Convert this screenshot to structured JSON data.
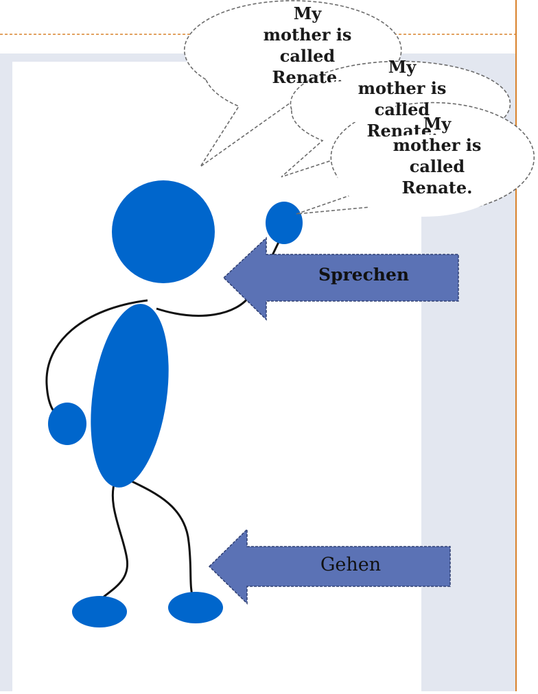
{
  "colors": {
    "page_bg": "#ffffff",
    "panel_bg": "#e3e7f0",
    "content_bg": "#ffffff",
    "frame_line": "#d9822b",
    "figure_blue": "#0066cc",
    "arrow_fill": "#5b72b5",
    "bubble_stroke": "#6a6a6a"
  },
  "bubbles": [
    {
      "lines": [
        "My",
        "mother is",
        "called",
        "Renate."
      ]
    },
    {
      "lines": [
        "My",
        "mother is",
        "called",
        "Renate."
      ]
    },
    {
      "lines": [
        "My",
        "mother is",
        "called",
        "Renate."
      ]
    }
  ],
  "arrows": {
    "speak": "Sprechen",
    "walk": "Gehen"
  }
}
